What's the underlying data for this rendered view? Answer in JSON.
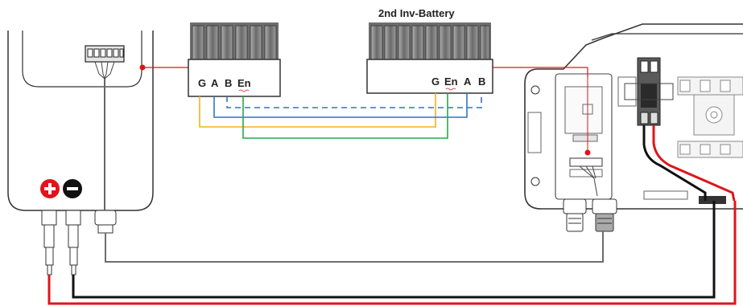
{
  "title": "2nd Inv-Battery",
  "left_connector_pins": [
    "G",
    "A",
    "B",
    "En"
  ],
  "right_connector_pins": [
    "G",
    "En",
    "A",
    "B"
  ],
  "polarity": {
    "positive": "+",
    "negative": "−"
  },
  "colors": {
    "red": "#e0141b",
    "black": "#111111",
    "gray_cable": "#777777",
    "yellow": "#f3b21b",
    "blue": "#2f74c0",
    "green": "#2aa84a",
    "dashed_blue": "#2f74c0",
    "callout_red": "#e0141b",
    "connector_gray": "#8a8a8a"
  }
}
